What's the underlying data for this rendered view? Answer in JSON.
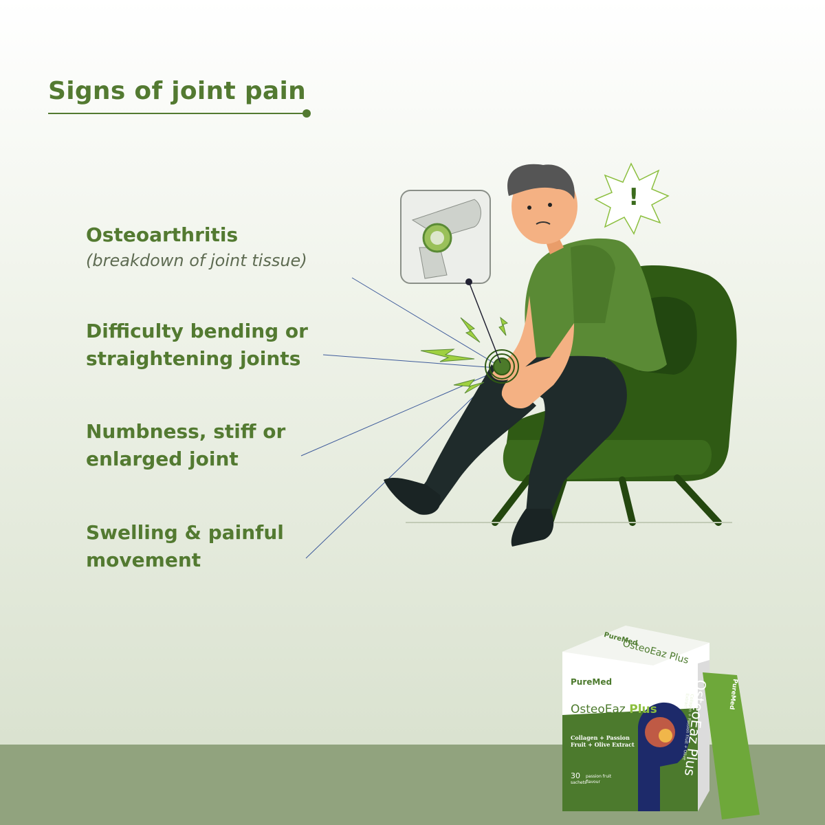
{
  "title": "Signs of joint pain",
  "signs": [
    {
      "label": "Osteoarthritis",
      "sub": "(breakdown of joint tissue)"
    },
    {
      "label": "Difficulty bending or straightening joints"
    },
    {
      "label": "Numbness, stiff or enlarged joint"
    },
    {
      "label": "Swelling & painful movement"
    }
  ],
  "alert_symbol": "!",
  "product": {
    "brand": "PureMed",
    "name_part1": "OsteoEaz",
    "name_part2": "Plus",
    "ingredients": "Collagen + Passion Fruit + Olive Extract",
    "count": "30",
    "count_unit": "sachets",
    "flavor": "passion fruit flavour",
    "sachet_name": "OsteoEaz Plus",
    "sachet_sub": "Collagen + Passion Fruit + Olive Extract"
  },
  "colors": {
    "brand_green": "#537a31",
    "chair_green": "#2f5a14",
    "shirt_green": "#5a8a35",
    "floor": "#91a37e"
  }
}
